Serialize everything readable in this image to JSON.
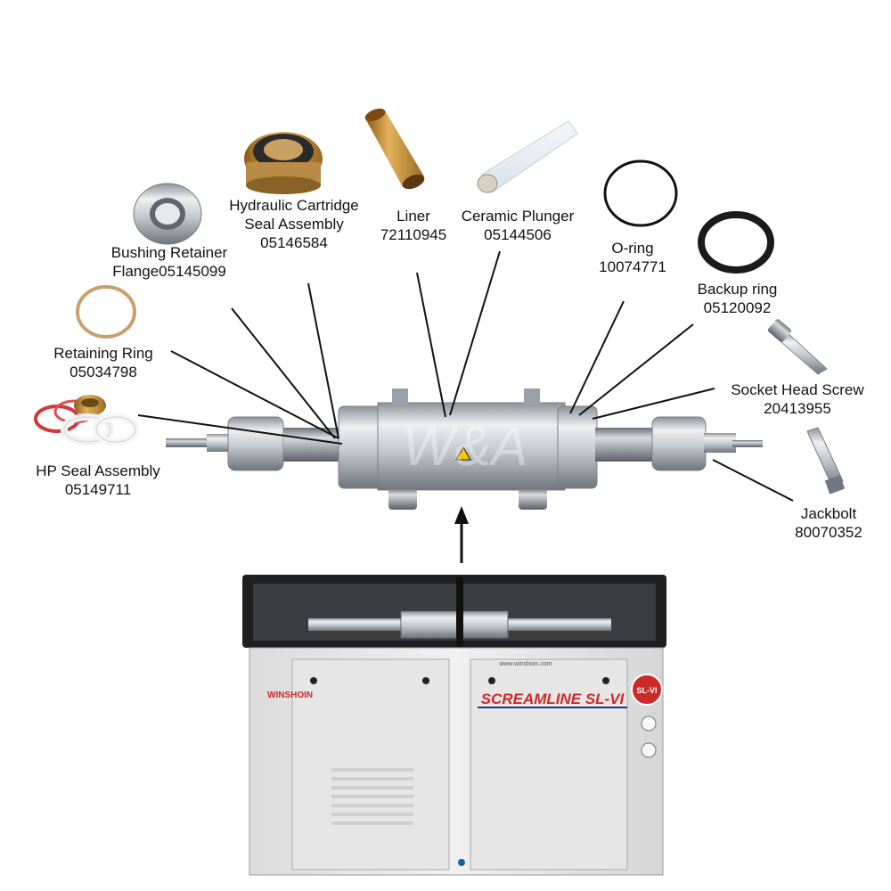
{
  "parts": [
    {
      "name": "Bushing Retainer",
      "code": "Flange05145099"
    },
    {
      "name": "Hydraulic Cartridge",
      "name2": "Seal Assembly",
      "code": "05146584"
    },
    {
      "name": "Liner",
      "code": "72110945"
    },
    {
      "name": "Ceramic Plunger",
      "code": "05144506"
    },
    {
      "name": "O-ring",
      "code": "10074771"
    },
    {
      "name": "Backup ring",
      "code": "05120092"
    },
    {
      "name": "Retaining Ring",
      "code": "05034798"
    },
    {
      "name": "Socket Head Screw",
      "code": "20413955"
    },
    {
      "name": "HP Seal Assembly",
      "code": "05149711"
    },
    {
      "name": "Jackbolt",
      "code": "80070352"
    }
  ],
  "machine": {
    "model": "SCREAMLINE SL-VI",
    "brand": "WINSHOIN",
    "badge": "SL-VI",
    "website": "www.winshoin.com"
  },
  "watermark": "W&A",
  "colors": {
    "accent_red": "#cc2a2a",
    "accent_blue": "#1e3a8a",
    "steel": "#b9bec4",
    "brass": "#c9963a"
  }
}
